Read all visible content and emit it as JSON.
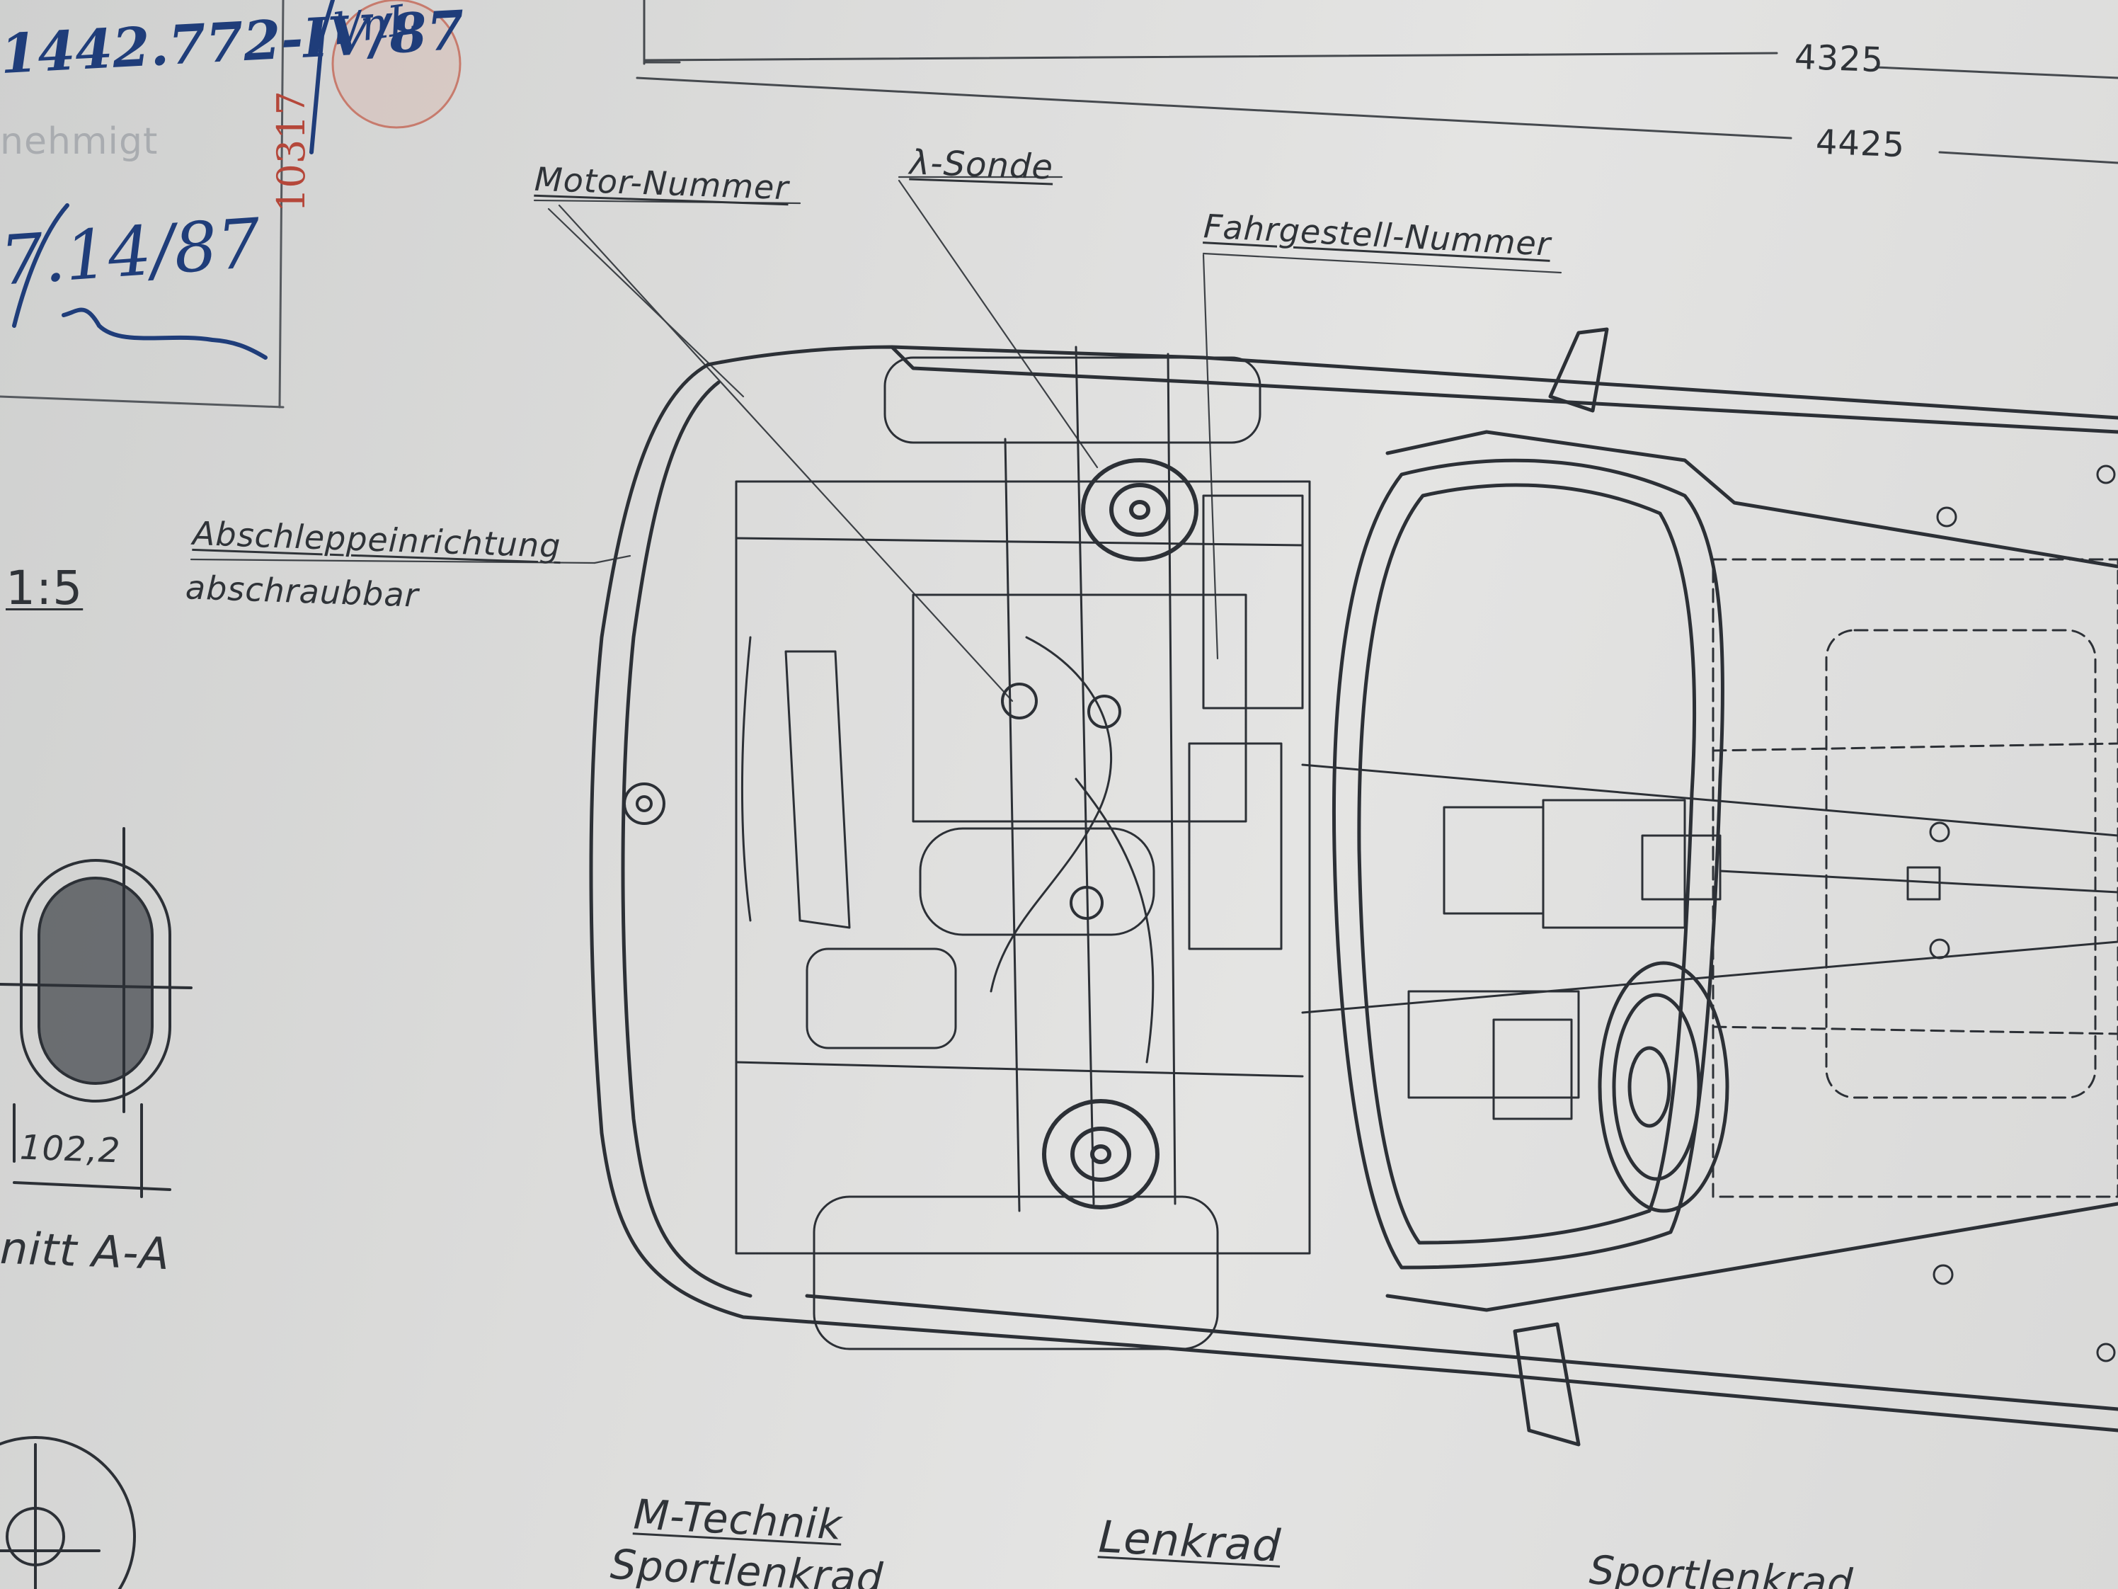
{
  "dimensions": {
    "length_inner": "4325",
    "length_outer": "4425",
    "section_width": "102,2"
  },
  "callouts": {
    "motor_nummer": "Motor-Nummer",
    "lambda_sonde": "λ-Sonde",
    "fahrgestell_nummer": "Fahrgestell-Nummer",
    "abschlepp_line1": "Abschleppeinrichtung",
    "abschlepp_line2": "abschraubbar"
  },
  "scale": "1:5",
  "section_label": "nitt A-A",
  "bottom_labels": {
    "m_technik": "M-Technik",
    "sportlenkrad_1": "Sportlenkrad",
    "lenkrad": "Lenkrad",
    "sportlenkrad_2": "Sportlenkrad"
  },
  "title_block": {
    "drawing_number": "1442.772-IV/87",
    "date_handwritten": "7.14/87",
    "approval_text": "nehmigt",
    "stamp_number": "10317",
    "stamp_corner": "l/nL"
  },
  "colors": {
    "paper": "#dcdcdb",
    "ink": "#2c3036",
    "blue_ink": "#1f3d7a",
    "red_stamp": "#b5473a"
  }
}
